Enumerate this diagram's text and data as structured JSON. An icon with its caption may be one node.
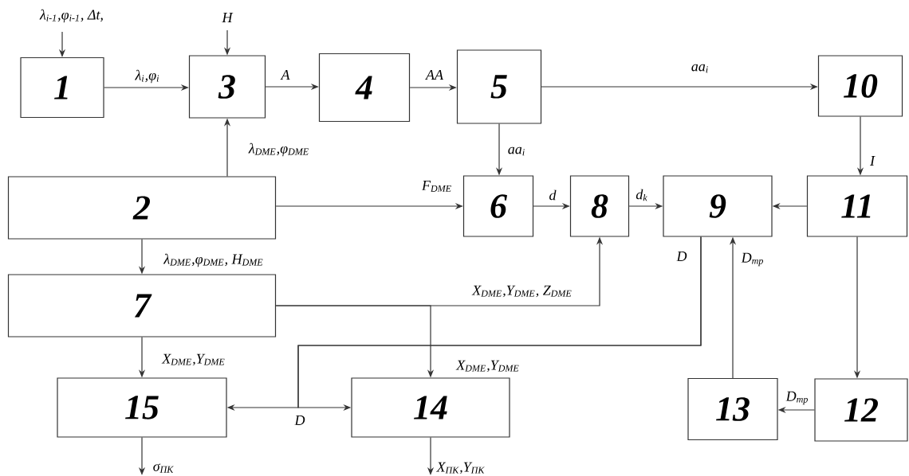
{
  "diagram": {
    "nodes": [
      {
        "text": [
          "1"
        ]
      },
      {
        "text": [
          "3"
        ]
      },
      {
        "text": [
          "4"
        ]
      },
      {
        "text": [
          "5"
        ]
      },
      {
        "text": [
          "10"
        ]
      },
      {
        "text": [
          "2"
        ]
      },
      {
        "text": [
          "6"
        ]
      },
      {
        "text": [
          "8"
        ]
      },
      {
        "text": [
          "9"
        ]
      },
      {
        "text": [
          "11"
        ]
      },
      {
        "text": [
          "7"
        ]
      },
      {
        "text": [
          "15"
        ]
      },
      {
        "text": [
          "14"
        ]
      },
      {
        "text": [
          "13"
        ]
      },
      {
        "text": [
          "12"
        ]
      }
    ],
    "edges": [
      {
        "from": null,
        "to": 0,
        "arrow": "to",
        "label": "λ$_{i-1}$,φ$_{i-1}$, Δt,"
      },
      {
        "from": 0,
        "to": 1,
        "arrow": "to",
        "label": "λ$_{i}$,φ$_{i}$"
      },
      {
        "from": null,
        "to": 1,
        "arrow": "to",
        "label": "H"
      },
      {
        "from": 1,
        "to": 2,
        "arrow": "to",
        "label": "A"
      },
      {
        "from": 2,
        "to": 3,
        "arrow": "to",
        "label": "AA"
      },
      {
        "from": 3,
        "to": 4,
        "arrow": "to",
        "label": "aa$_{i}$"
      },
      {
        "from": 3,
        "to": 6,
        "arrow": "to",
        "label": "aa$_{i}$"
      },
      {
        "from": 5,
        "to": 1,
        "arrow": "to",
        "label": "λ$_{DME}$,φ$_{DME}$"
      },
      {
        "from": 5,
        "to": 6,
        "arrow": "to",
        "label": "F$_{DME}$"
      },
      {
        "from": 6,
        "to": 7,
        "arrow": "to",
        "label": "d"
      },
      {
        "from": 7,
        "to": 8,
        "arrow": "to",
        "label": "d$_{k}$"
      },
      {
        "from": 9,
        "to": 8,
        "arrow": "to"
      },
      {
        "from": 4,
        "to": 9,
        "arrow": "to",
        "label": "I"
      },
      {
        "from": 5,
        "to": 10,
        "arrow": "to",
        "label": "λ$_{DME}$,φ$_{DME}$, H$_{DME}$"
      },
      {
        "from": 10,
        "to": 11,
        "arrow": "to",
        "label": "X$_{DME}$,Y$_{DME}$"
      },
      {
        "from": 10,
        "to": 7,
        "arrow": "to",
        "label": "X$_{DME}$,Y$_{DME}$, Z$_{DME}$"
      },
      {
        "from": 10,
        "to": 12,
        "arrow": "to",
        "label": "X$_{DME}$,Y$_{DME}$"
      },
      {
        "from": 8,
        "to": 12,
        "arrow": "to",
        "label": "D"
      },
      {
        "from": 8,
        "to": 11,
        "arrow": "to",
        "label": "D"
      },
      {
        "from": 13,
        "to": 8,
        "arrow": "to",
        "label": "D$_{тр}$"
      },
      {
        "from": 9,
        "to": 14,
        "arrow": "to"
      },
      {
        "from": 14,
        "to": 13,
        "arrow": "to",
        "label": "D$_{тр}$"
      },
      {
        "from": 11,
        "to": null,
        "arrow": "to",
        "label": "σ$_{ПК}$"
      },
      {
        "from": 12,
        "to": null,
        "arrow": "to",
        "label": "X$_{ПК}$,Y$_{ПК}$"
      }
    ]
  }
}
